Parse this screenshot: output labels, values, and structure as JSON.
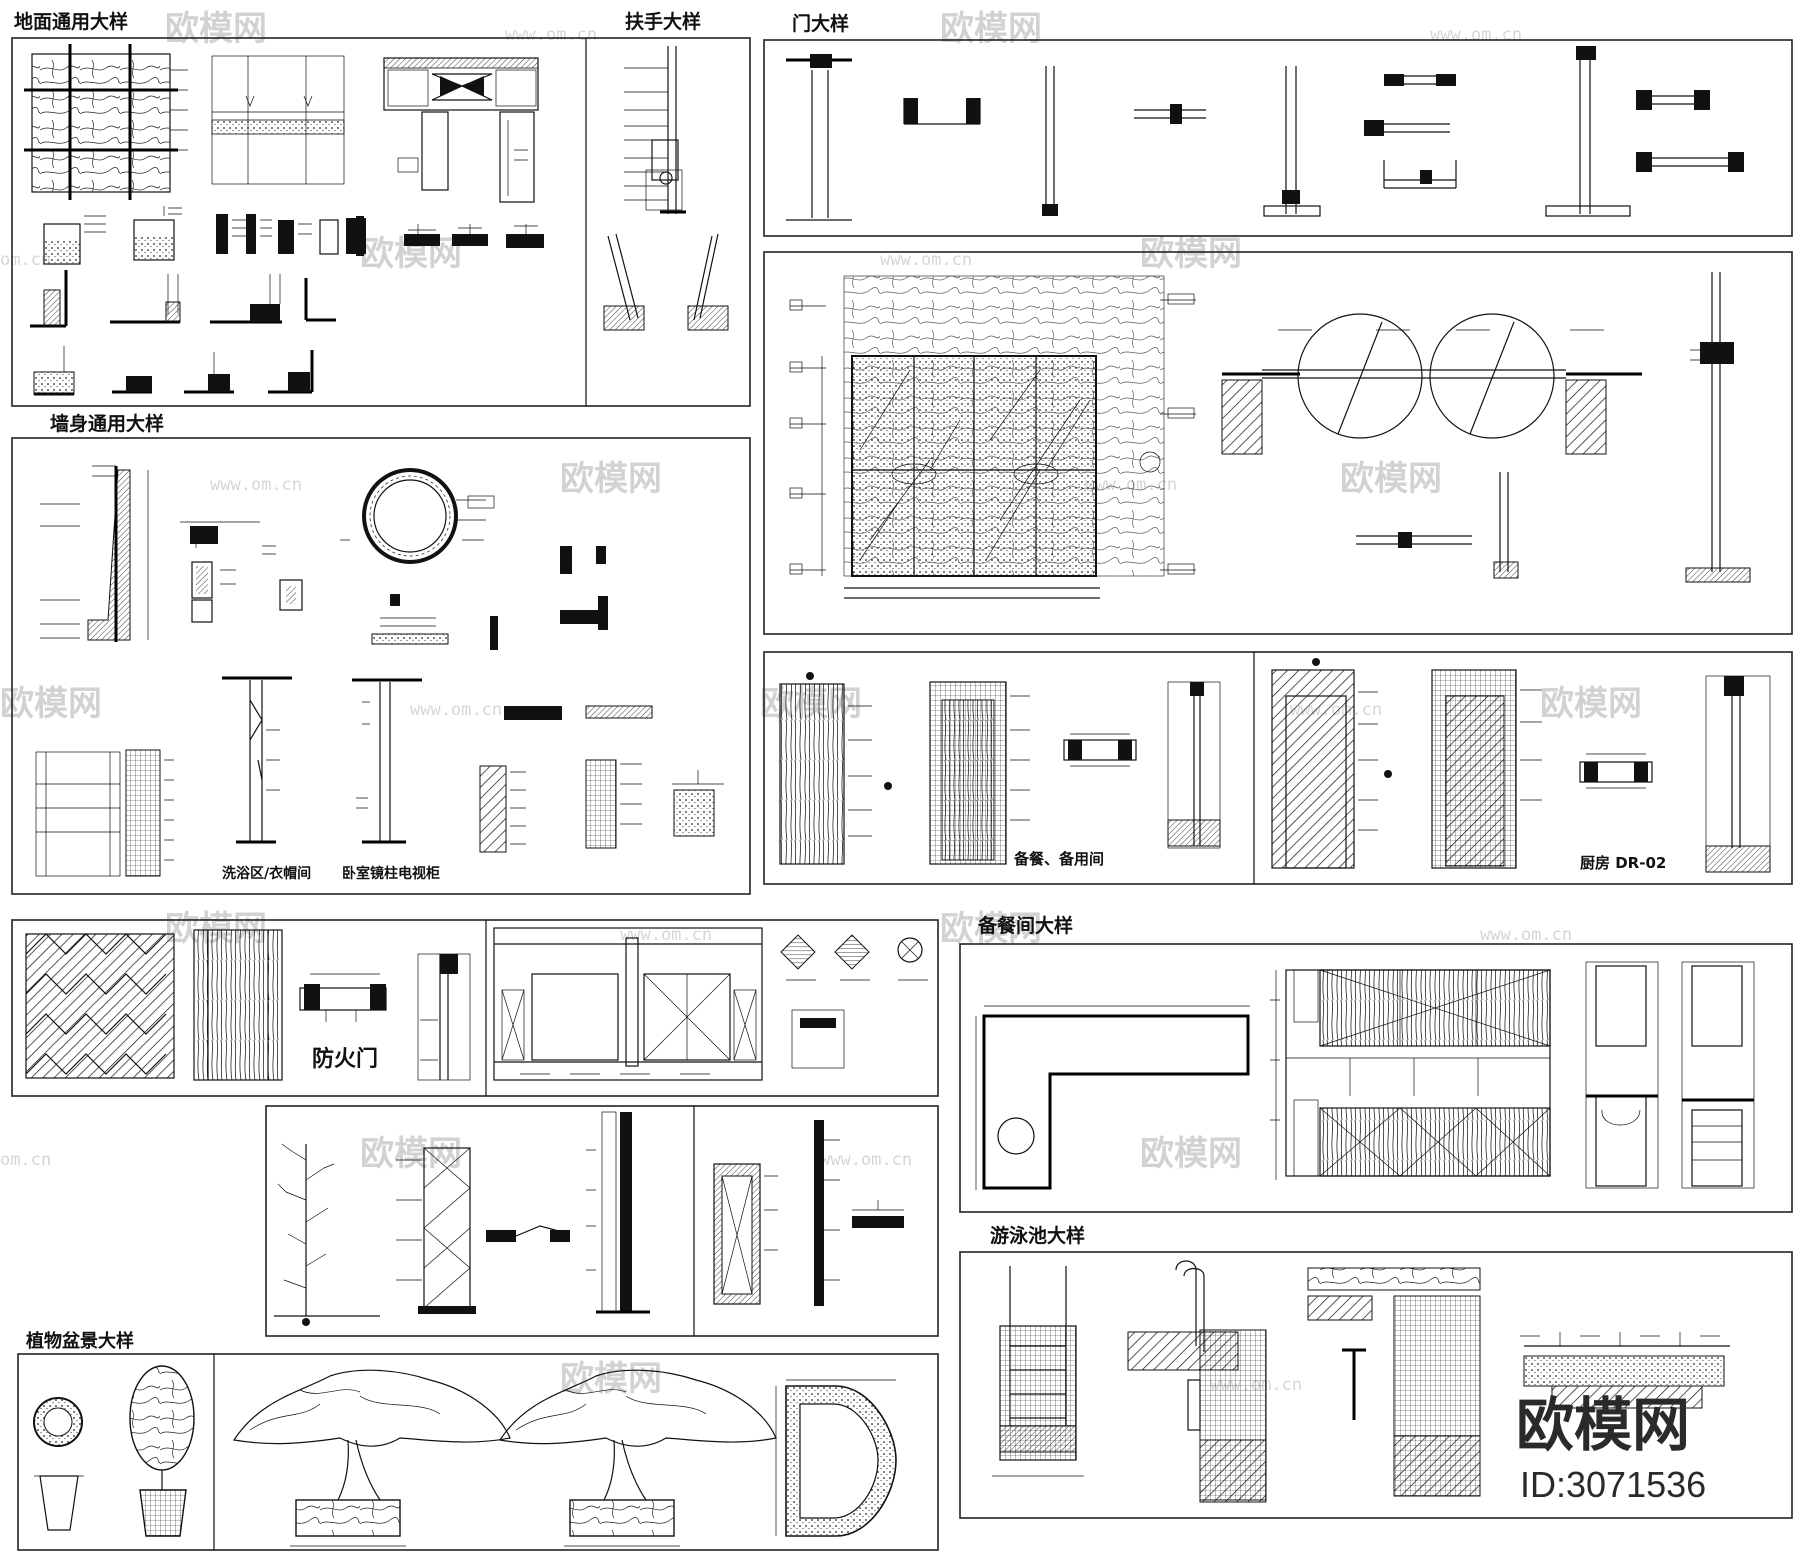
{
  "sections": {
    "floor": "地面通用大样",
    "handrail": "扶手大样",
    "door": "门大样",
    "wall": "墙身通用大样",
    "pantry": "备餐间大样",
    "pool": "游泳池大样",
    "plant": "植物盆景大样"
  },
  "captions": {
    "bath": "洗浴区/衣帽间",
    "bedroom": "卧室镜柱电视柜",
    "pantry_room": "备餐、备用间",
    "kitchen": "厨房 DR-02",
    "fire_door": "防火门"
  },
  "watermark": {
    "name": "欧模网",
    "url": "www.om.cn",
    "url_short": "om.cn"
  },
  "brand": {
    "name": "欧模网",
    "id": "ID:3071536"
  }
}
